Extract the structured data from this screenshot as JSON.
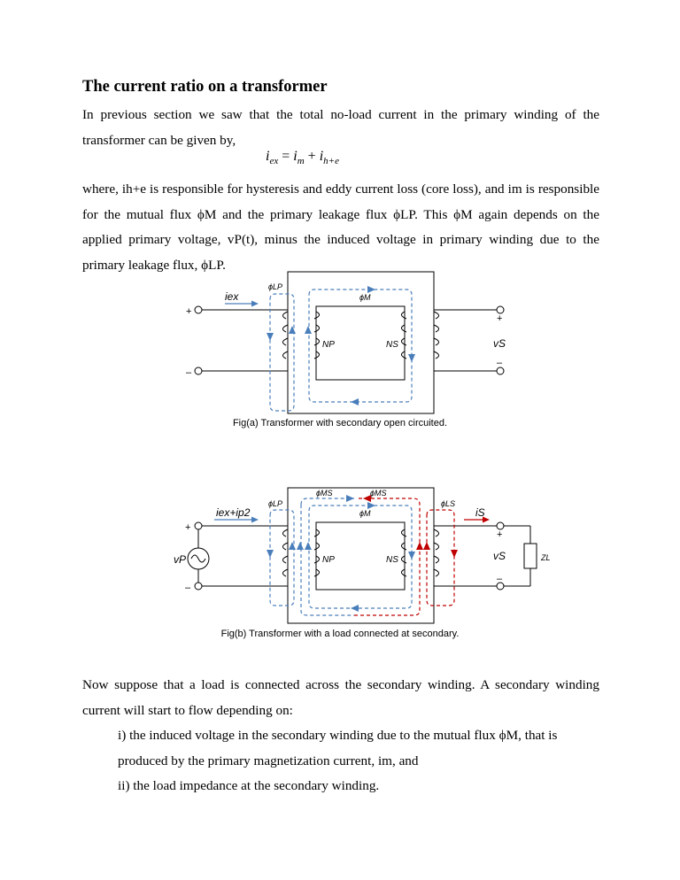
{
  "heading": "The current ratio on a transformer",
  "para1": "In previous section we saw that the total no-load current in the primary winding of the transformer can be given by,",
  "equation": {
    "lhs": "i",
    "lhs_sub": "ex",
    "eq": " = ",
    "t1": "i",
    "t1_sub": "m",
    "plus": " + ",
    "t2": "i",
    "t2_sub": "h+e"
  },
  "para2": "where, ih+e is responsible for hysteresis and eddy current loss (core loss), and im is responsible for the mutual flux ϕM and the primary leakage flux ϕLP. This ϕM again depends on the applied primary voltage, vP(t), minus the induced voltage in primary winding due to the primary leakage flux, ϕLP.",
  "fig_a": {
    "caption": "Fig(a) Transformer with secondary open circuited.",
    "phi_lp": "ϕLP",
    "phi_m": "ϕM",
    "iex": "iex",
    "np": "NP",
    "ns": "NS",
    "vs": "vS",
    "plus": "+",
    "minus": "–"
  },
  "fig_b": {
    "caption": "Fig(b) Transformer with a load connected at secondary.",
    "phi_ms_left": "ϕMS",
    "phi_ms_right": "ϕMS",
    "phi_lp": "ϕLP",
    "phi_ls": "ϕLS",
    "phi_m": "ϕM",
    "iex_ip2": "iex+ip2",
    "is": "iS",
    "vp": "vP",
    "np": "NP",
    "ns": "NS",
    "vs": "vS",
    "zl": "ZL",
    "plus": "+",
    "minus": "–"
  },
  "para3": "Now suppose that a load is connected across the secondary winding. A secondary winding current will start to flow depending on:",
  "list": [
    "i) the induced voltage in the secondary winding due to the mutual flux ϕM, that is produced by the primary magnetization current, im, and",
    "ii) the load impedance at the secondary winding."
  ],
  "colors": {
    "blue": "#4a7ebb",
    "red": "#c00000",
    "black": "#000000"
  }
}
